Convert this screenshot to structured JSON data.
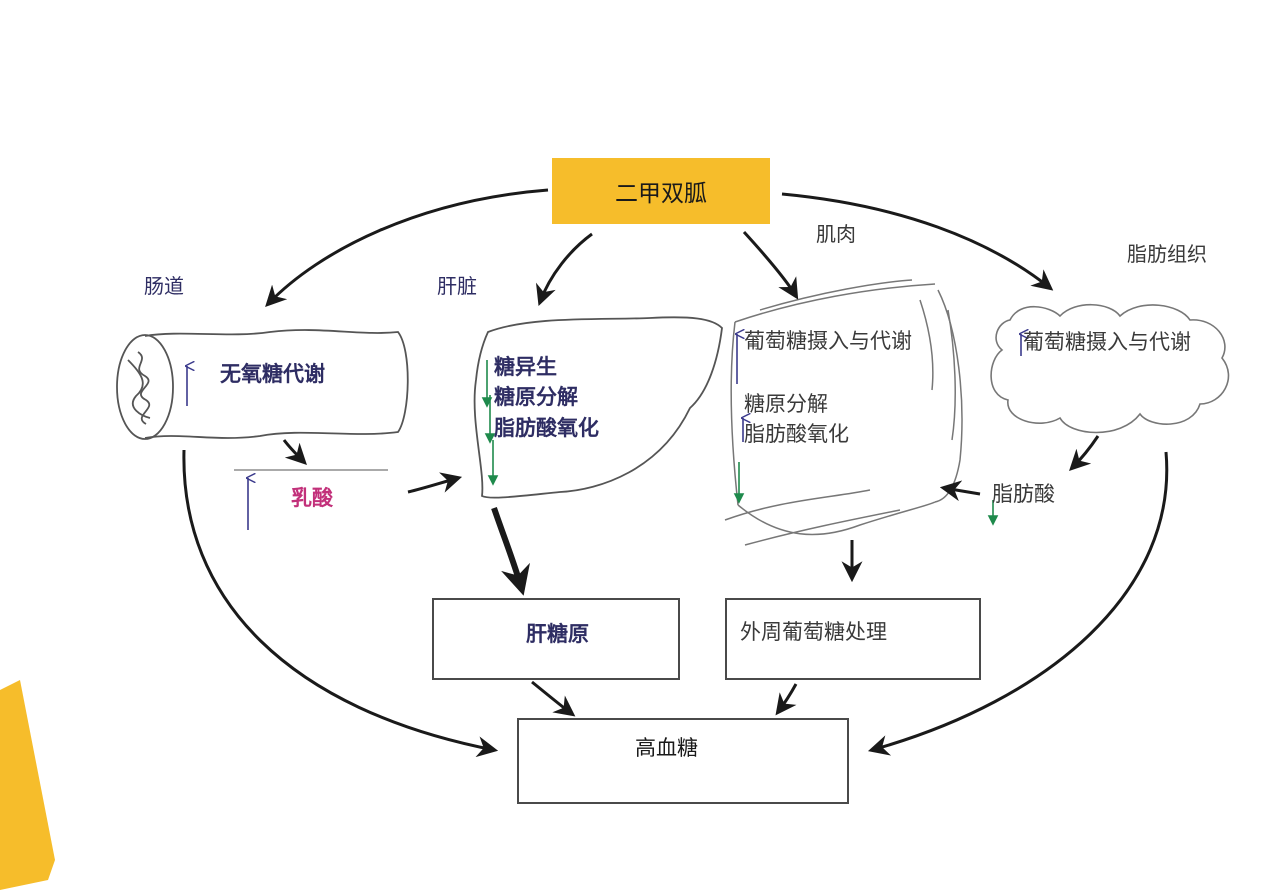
{
  "drug": "二甲双胍",
  "organs": {
    "intestine": "肠道",
    "liver": "肝脏",
    "muscle": "肌肉",
    "adipose": "脂肪组织"
  },
  "intestine_process": "无氧糖代谢",
  "lactate": "乳酸",
  "liver_processes": [
    "糖异生",
    "糖原分解",
    "脂肪酸氧化"
  ],
  "muscle_processes": [
    "葡萄糖摄入与代谢",
    "糖原分解",
    "脂肪酸氧化"
  ],
  "adipose_process": "葡萄糖摄入与代谢",
  "fatty_acid": "脂肪酸",
  "liver_glycogen": "肝糖原",
  "peripheral_glucose": "外周葡萄糖处理",
  "hyperglycemia": "高血糖",
  "colors": {
    "drug_box": "#f6bd2b",
    "up_arrow": "#3b3a8c",
    "down_arrow": "#1f8a4c",
    "lactate_text": "#c2307a",
    "label_text": "#2e2d63"
  }
}
